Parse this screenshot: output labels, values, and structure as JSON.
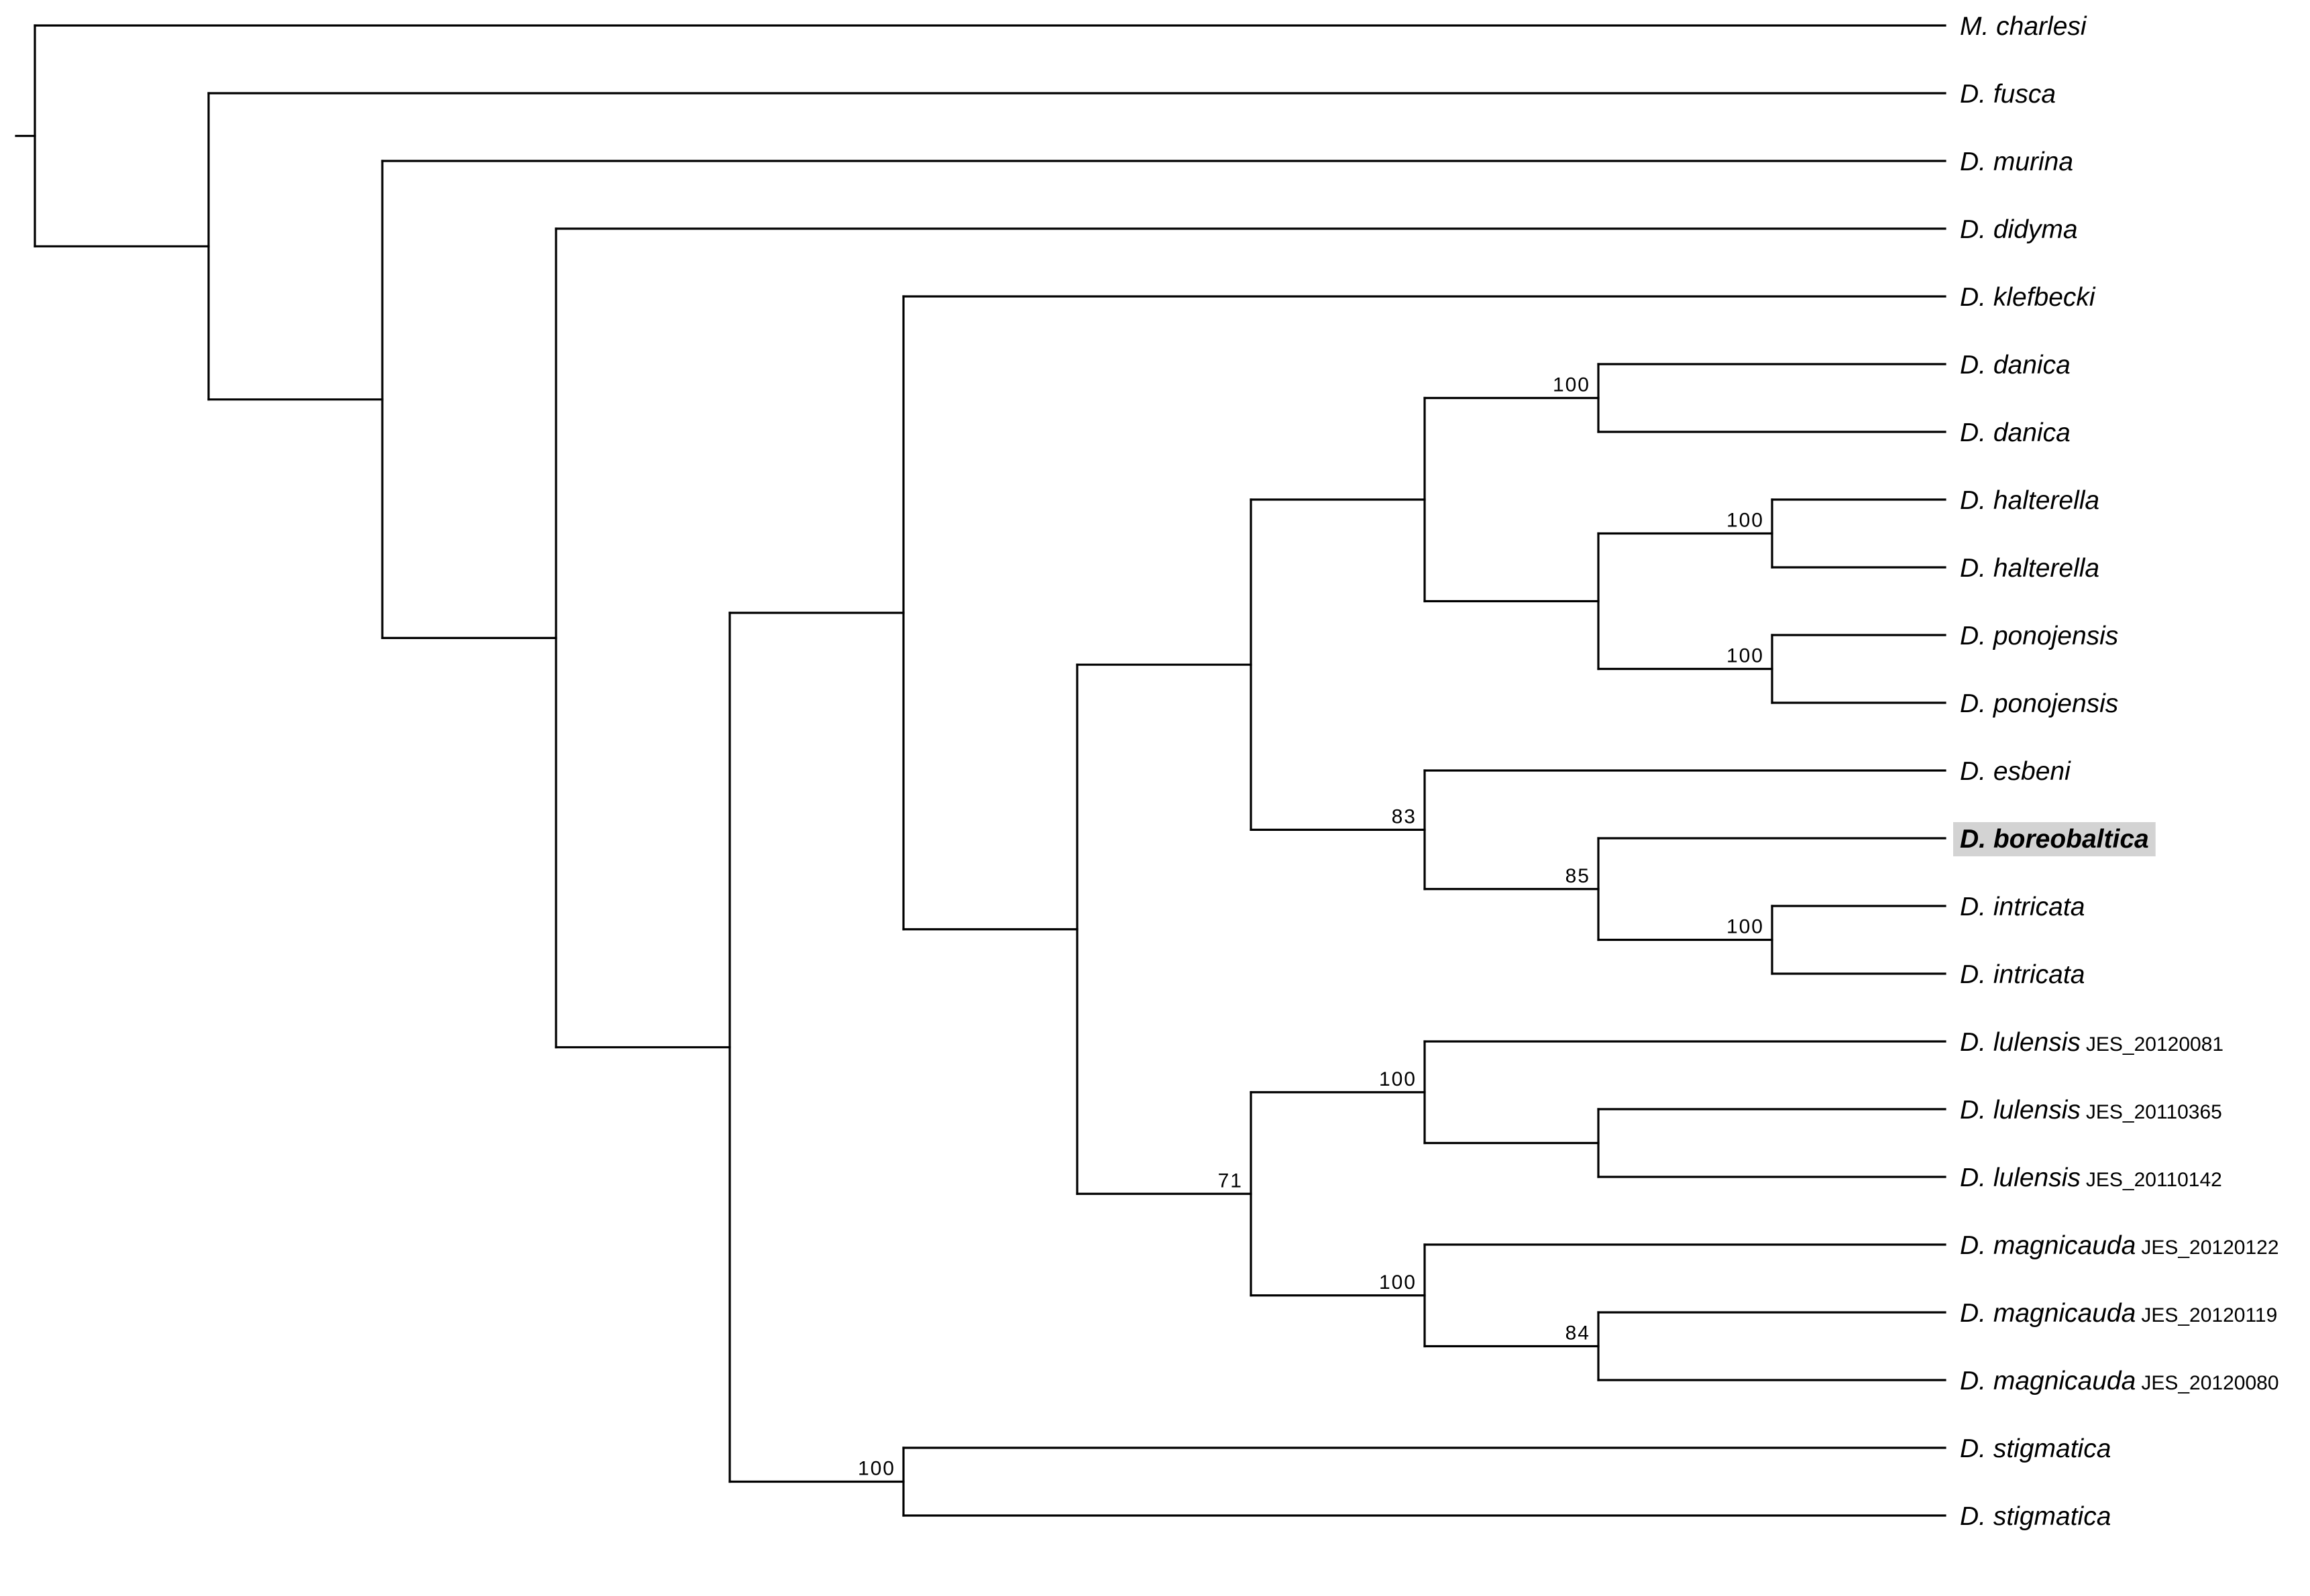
{
  "tree": {
    "highlight_color": "#d3d3d3",
    "line_color": "#000000",
    "tips": [
      {
        "id": "t0",
        "species": "M. charlesi"
      },
      {
        "id": "t1",
        "species": "D. fusca"
      },
      {
        "id": "t2",
        "species": "D. murina"
      },
      {
        "id": "t3",
        "species": "D. didyma"
      },
      {
        "id": "t4",
        "species": "D. klefbecki"
      },
      {
        "id": "t5",
        "species": "D. danica"
      },
      {
        "id": "t6",
        "species": "D. danica"
      },
      {
        "id": "t7",
        "species": "D. halterella"
      },
      {
        "id": "t8",
        "species": "D. halterella"
      },
      {
        "id": "t9",
        "species": "D. ponojensis"
      },
      {
        "id": "t10",
        "species": "D. ponojensis"
      },
      {
        "id": "t11",
        "species": "D. esbeni"
      },
      {
        "id": "t12",
        "species": "D. boreobaltica",
        "highlight": true
      },
      {
        "id": "t13",
        "species": "D. intricata"
      },
      {
        "id": "t14",
        "species": "D. intricata"
      },
      {
        "id": "t15",
        "species": "D. lulensis",
        "voucher": "JES_20120081"
      },
      {
        "id": "t16",
        "species": "D. lulensis",
        "voucher": "JES_20110365"
      },
      {
        "id": "t17",
        "species": "D. lulensis",
        "voucher": "JES_20110142"
      },
      {
        "id": "t18",
        "species": "D. magnicauda",
        "voucher": "JES_20120122"
      },
      {
        "id": "t19",
        "species": "D. magnicauda",
        "voucher": "JES_20120119"
      },
      {
        "id": "t20",
        "species": "D. magnicauda",
        "voucher": "JES_20120080"
      },
      {
        "id": "t21",
        "species": "D. stigmatica"
      },
      {
        "id": "t22",
        "species": "D. stigmatica"
      }
    ],
    "topology": {
      "children": [
        {
          "tip": "t0"
        },
        {
          "children": [
            {
              "tip": "t1"
            },
            {
              "children": [
                {
                  "tip": "t2"
                },
                {
                  "children": [
                    {
                      "tip": "t3"
                    },
                    {
                      "children": [
                        {
                          "children": [
                            {
                              "tip": "t4"
                            },
                            {
                              "children": [
                                {
                                  "children": [
                                    {
                                      "children": [
                                        {
                                          "support": "100",
                                          "children": [
                                            {
                                              "tip": "t5"
                                            },
                                            {
                                              "tip": "t6"
                                            }
                                          ]
                                        },
                                        {
                                          "children": [
                                            {
                                              "support": "100",
                                              "children": [
                                                {
                                                  "tip": "t7"
                                                },
                                                {
                                                  "tip": "t8"
                                                }
                                              ]
                                            },
                                            {
                                              "support": "100",
                                              "children": [
                                                {
                                                  "tip": "t9"
                                                },
                                                {
                                                  "tip": "t10"
                                                }
                                              ]
                                            }
                                          ]
                                        }
                                      ]
                                    },
                                    {
                                      "support": "83",
                                      "children": [
                                        {
                                          "tip": "t11"
                                        },
                                        {
                                          "support": "85",
                                          "children": [
                                            {
                                              "tip": "t12"
                                            },
                                            {
                                              "support": "100",
                                              "children": [
                                                {
                                                  "tip": "t13"
                                                },
                                                {
                                                  "tip": "t14"
                                                }
                                              ]
                                            }
                                          ]
                                        }
                                      ]
                                    }
                                  ]
                                },
                                {
                                  "support": "71",
                                  "children": [
                                    {
                                      "support": "100",
                                      "children": [
                                        {
                                          "tip": "t15"
                                        },
                                        {
                                          "children": [
                                            {
                                              "tip": "t16"
                                            },
                                            {
                                              "tip": "t17"
                                            }
                                          ]
                                        }
                                      ]
                                    },
                                    {
                                      "support": "100",
                                      "children": [
                                        {
                                          "tip": "t18"
                                        },
                                        {
                                          "support": "84",
                                          "children": [
                                            {
                                              "tip": "t19"
                                            },
                                            {
                                              "tip": "t20"
                                            }
                                          ]
                                        }
                                      ]
                                    }
                                  ]
                                }
                              ]
                            }
                          ]
                        },
                        {
                          "support": "100",
                          "children": [
                            {
                              "tip": "t21"
                            },
                            {
                              "tip": "t22"
                            }
                          ]
                        }
                      ]
                    }
                  ]
                }
              ]
            }
          ]
        }
      ]
    }
  }
}
